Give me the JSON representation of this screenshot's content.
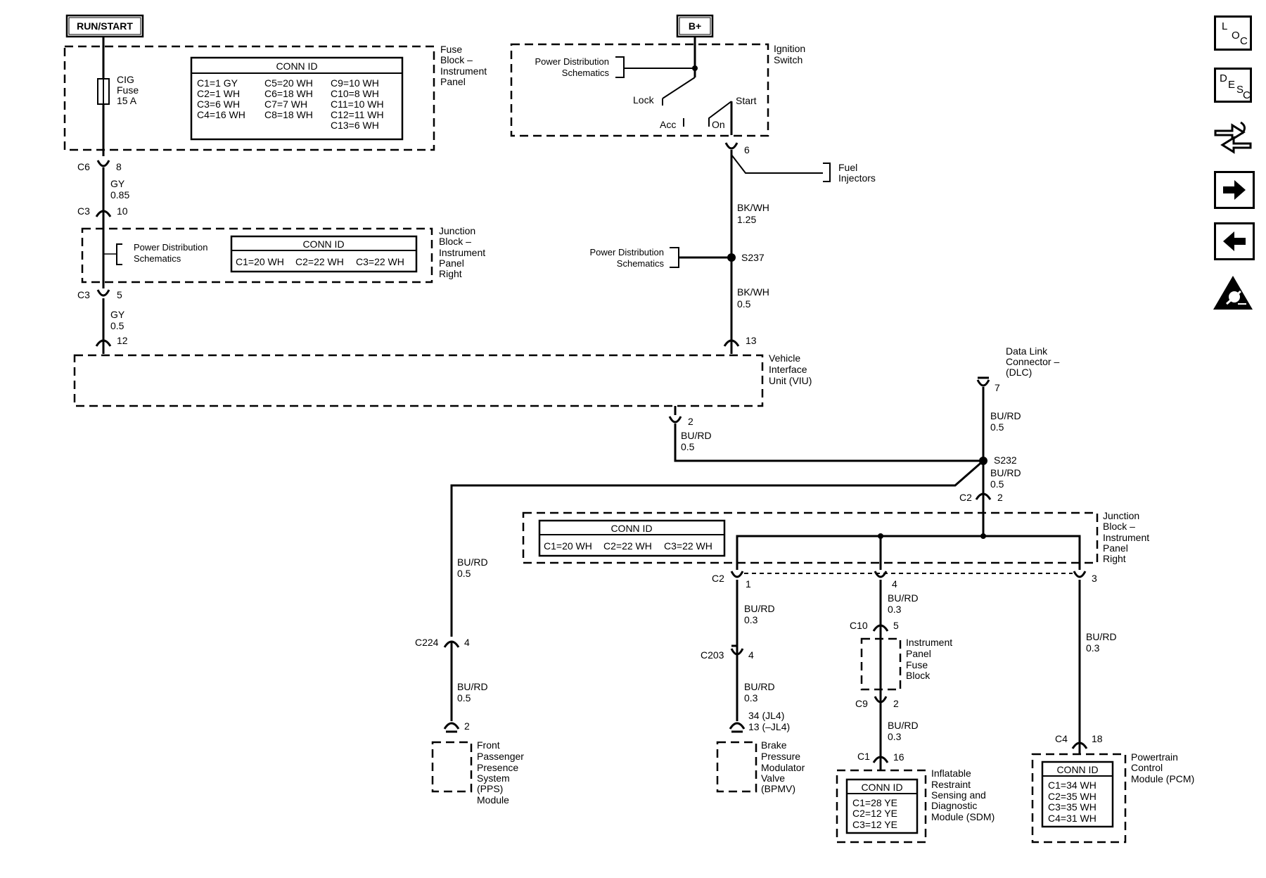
{
  "power": {
    "run_start": "RUN/START",
    "bplus": "B+"
  },
  "fuse_block_ip": {
    "label": [
      "Fuse",
      "Block –",
      "Instrument",
      "Panel"
    ],
    "fuse": [
      "CIG",
      "Fuse",
      "15 A"
    ],
    "conn_title": "CONN ID",
    "conn_rows": [
      "C1=1 GY",
      "C2=1 WH",
      "C3=6 WH",
      "C4=16 WH",
      "C5=20 WH",
      "C6=18 WH",
      "C7=7 WH",
      "C8=18 WH",
      "C9=10 WH",
      "C10=8 WH",
      "C11=10 WH",
      "C12=11 WH",
      "C13=6 WH"
    ]
  },
  "ignition": {
    "label": [
      "Ignition",
      "Switch"
    ],
    "pds": [
      "Power Distribution",
      "Schematics"
    ],
    "lock": "Lock",
    "start": "Start",
    "acc": "Acc",
    "on": "On"
  },
  "left_circuit": {
    "c6": "C6",
    "c6_pin": "8",
    "wire1": [
      "GY",
      "0.85"
    ],
    "c3": "C3",
    "c3_pin_top": "10",
    "c3_pin_bot": "5",
    "wire2": [
      "GY",
      "0.5"
    ],
    "viu_pin": "12"
  },
  "junction_upper": {
    "label": [
      "Junction",
      "Block –",
      "Instrument",
      "Panel",
      "Right"
    ],
    "pds": [
      "Power Distribution",
      "Schematics"
    ],
    "conn_title": "CONN ID",
    "conn_row": [
      "C1=20 WH",
      "C2=22 WH",
      "C3=22 WH"
    ]
  },
  "center_circuit": {
    "pin6": "6",
    "fuel": [
      "Fuel",
      "Injectors"
    ],
    "wire1": [
      "BK/WH",
      "1.25"
    ],
    "pds": [
      "Power Distribution",
      "Schematics"
    ],
    "splice": "S237",
    "wire2": [
      "BK/WH",
      "0.5"
    ],
    "viu_pin": "13"
  },
  "viu": {
    "label": [
      "Vehicle",
      "Interface",
      "Unit (VIU)"
    ],
    "pin_out": "2",
    "wire": [
      "BU/RD",
      "0.5"
    ]
  },
  "dlc": {
    "label": [
      "Data Link",
      "Connector –",
      "(DLC)"
    ],
    "pin": "7",
    "wire": [
      "BU/RD",
      "0.5"
    ],
    "splice": "S232",
    "wire2": [
      "BU/RD",
      "0.5"
    ],
    "c2": "C2",
    "c2_pin": "2"
  },
  "junction_lower": {
    "label": [
      "Junction",
      "Block –",
      "Instrument",
      "Panel",
      "Right"
    ],
    "conn_title": "CONN ID",
    "conn_row": [
      "C1=20 WH",
      "C2=22 WH",
      "C3=22 WH"
    ],
    "c2": "C2",
    "pin1": "1",
    "pin4": "4",
    "pin3": "3"
  },
  "pps": {
    "wire_a": [
      "BU/RD",
      "0.5"
    ],
    "c224": "C224",
    "c224_pin": "4",
    "wire_b": [
      "BU/RD",
      "0.5"
    ],
    "pin": "2",
    "label": [
      "Front",
      "Passenger",
      "Presence",
      "System",
      "(PPS)",
      "Module"
    ]
  },
  "bpmv": {
    "wire_a": [
      "BU/RD",
      "0.3"
    ],
    "c203": "C203",
    "c203_pin": "4",
    "wire_b": [
      "BU/RD",
      "0.3"
    ],
    "pins": [
      "34 (JL4)",
      "13 (–JL4)"
    ],
    "label": [
      "Brake",
      "Pressure",
      "Modulator",
      "Valve",
      "(BPMV)"
    ]
  },
  "sdm": {
    "wire_a": [
      "BU/RD",
      "0.3"
    ],
    "c10": "C10",
    "c10_pin": "5",
    "ipfb": [
      "Instrument",
      "Panel",
      "Fuse",
      "Block"
    ],
    "c9": "C9",
    "c9_pin": "2",
    "wire_b": [
      "BU/RD",
      "0.3"
    ],
    "c1": "C1",
    "c1_pin": "16",
    "conn_title": "CONN ID",
    "conn_rows": [
      "C1=28 YE",
      "C2=12 YE",
      "C3=12 YE"
    ],
    "label": [
      "Inflatable",
      "Restraint",
      "Sensing and",
      "Diagnostic",
      "Module (SDM)"
    ]
  },
  "pcm": {
    "wire": [
      "BU/RD",
      "0.3"
    ],
    "c4": "C4",
    "c4_pin": "18",
    "conn_title": "CONN ID",
    "conn_rows": [
      "C1=34 WH",
      "C2=35 WH",
      "C3=35 WH",
      "C4=31 WH"
    ],
    "label": [
      "Powertrain",
      "Control",
      "Module (PCM)"
    ]
  },
  "nav": {
    "loc": [
      "L",
      "O",
      "C"
    ],
    "desc": [
      "D",
      "E",
      "S",
      "C"
    ],
    "icons": [
      "connector-swap-icon",
      "arrow-right-icon",
      "arrow-left-icon",
      "warning-triangle-icon"
    ]
  }
}
